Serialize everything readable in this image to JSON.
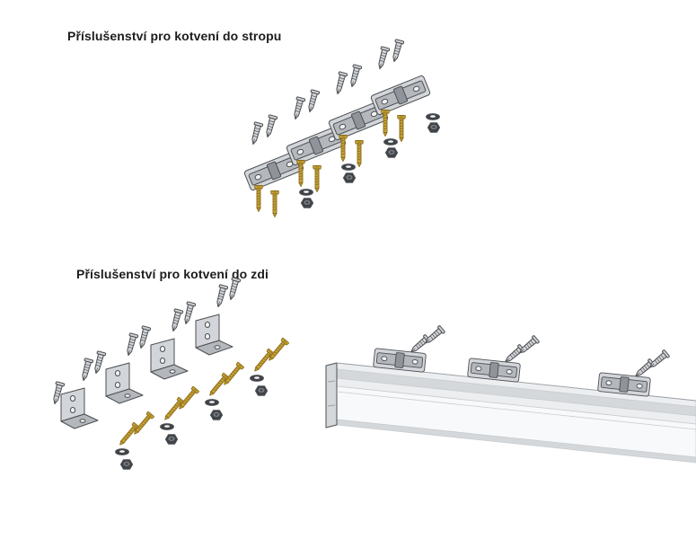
{
  "sections": {
    "ceiling": {
      "title": "Příslušenství pro kotvení do stropu"
    },
    "wall": {
      "title": "Příslušenství pro kotvení do zdi"
    }
  },
  "illustrations": {
    "ceiling_kit": {
      "name": "ceiling-mounting-accessories-illustration",
      "kit_count": 4,
      "part_icons": [
        "channel-bracket-icon",
        "wall-anchor-icon",
        "gold-screw-icon",
        "washer-icon",
        "hex-nut-icon"
      ]
    },
    "wall_kit": {
      "name": "wall-mounting-accessories-illustration",
      "kit_count": 4,
      "part_icons": [
        "l-bracket-icon",
        "wall-anchor-icon",
        "gold-screw-icon",
        "washer-icon",
        "hex-nut-icon"
      ]
    },
    "rail": {
      "name": "rail-profile-with-mounted-brackets-illustration",
      "bracket_count": 3
    }
  },
  "colors": {
    "outline": "#4d4f52",
    "metal_light": "#d2d5d9",
    "metal_mid": "#b4b8bd",
    "metal_dark": "#8f949a",
    "hole_light": "#f2f3f4",
    "screw_gold": "#c8a233",
    "screw_gold_dark": "#8a6d1d",
    "nut_dark": "#3f4347",
    "nut_light": "#7a7f85",
    "rail_light": "#eceef0",
    "rail_mid": "#d5d8db",
    "rail_white": "#f8f9fa",
    "soft_line": "#c9ccd0",
    "text": "#1d1d1f",
    "background": "#ffffff"
  }
}
